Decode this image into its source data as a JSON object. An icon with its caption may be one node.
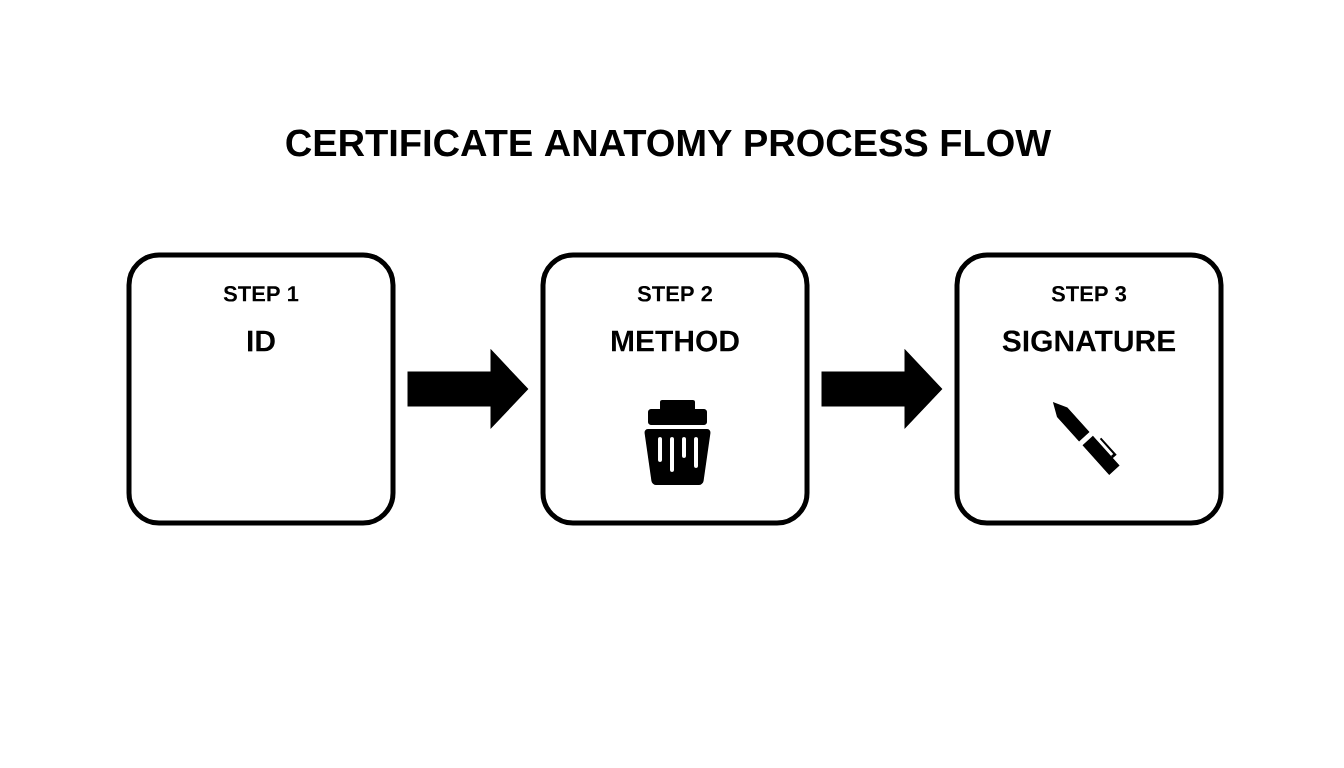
{
  "diagram": {
    "title": "CERTIFICATE ANATOMY PROCESS FLOW",
    "nodes": [
      {
        "text": [
          "STEP 1",
          "ID"
        ]
      },
      {
        "text": [
          "STEP 2",
          "METHOD"
        ]
      },
      {
        "text": [
          "STEP 3",
          "SIGNATURE"
        ]
      }
    ],
    "edges": [
      {
        "from": 0,
        "to": 1,
        "arrow": "to"
      },
      {
        "from": 1,
        "to": 2,
        "arrow": "to"
      }
    ]
  }
}
